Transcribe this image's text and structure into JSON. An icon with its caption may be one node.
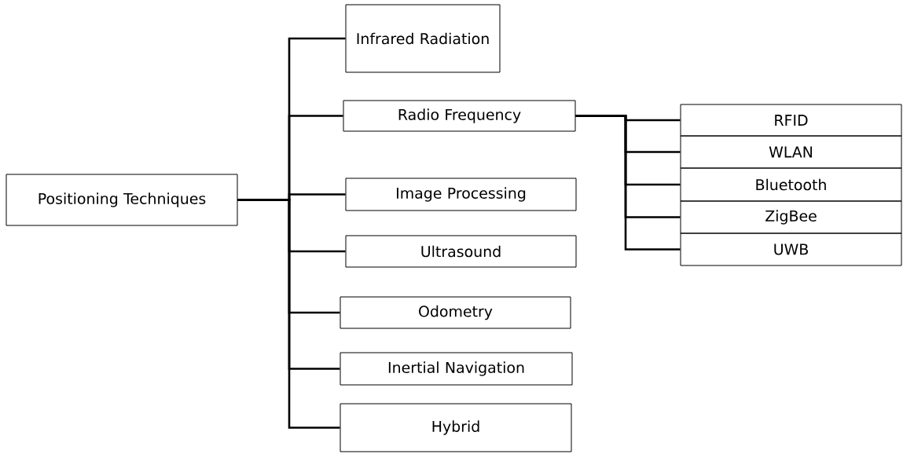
{
  "diagram": {
    "nodes": [
      {
        "text": [
          "Positioning Techniques"
        ]
      },
      {
        "text": [
          "Infrared Radiation"
        ]
      },
      {
        "text": [
          "Radio Frequency"
        ]
      },
      {
        "text": [
          "Image Processing"
        ]
      },
      {
        "text": [
          "Ultrasound"
        ]
      },
      {
        "text": [
          "Odometry"
        ]
      },
      {
        "text": [
          "Inertial Navigation"
        ]
      },
      {
        "text": [
          "Hybrid"
        ]
      },
      {
        "text": [
          "RFID"
        ]
      },
      {
        "text": [
          "WLAN"
        ]
      },
      {
        "text": [
          "Bluetooth"
        ]
      },
      {
        "text": [
          "ZigBee"
        ]
      },
      {
        "text": [
          "UWB"
        ]
      }
    ],
    "edges": [
      {
        "from": 0,
        "to": 1,
        "arrow": "none"
      },
      {
        "from": 0,
        "to": 2,
        "arrow": "none"
      },
      {
        "from": 0,
        "to": 3,
        "arrow": "none"
      },
      {
        "from": 0,
        "to": 4,
        "arrow": "none"
      },
      {
        "from": 0,
        "to": 5,
        "arrow": "none"
      },
      {
        "from": 0,
        "to": 6,
        "arrow": "none"
      },
      {
        "from": 0,
        "to": 7,
        "arrow": "none"
      },
      {
        "from": 2,
        "to": 8,
        "arrow": "none"
      },
      {
        "from": 2,
        "to": 9,
        "arrow": "none"
      },
      {
        "from": 2,
        "to": 10,
        "arrow": "none"
      },
      {
        "from": 2,
        "to": 11,
        "arrow": "none"
      },
      {
        "from": 2,
        "to": 12,
        "arrow": "none"
      }
    ]
  }
}
